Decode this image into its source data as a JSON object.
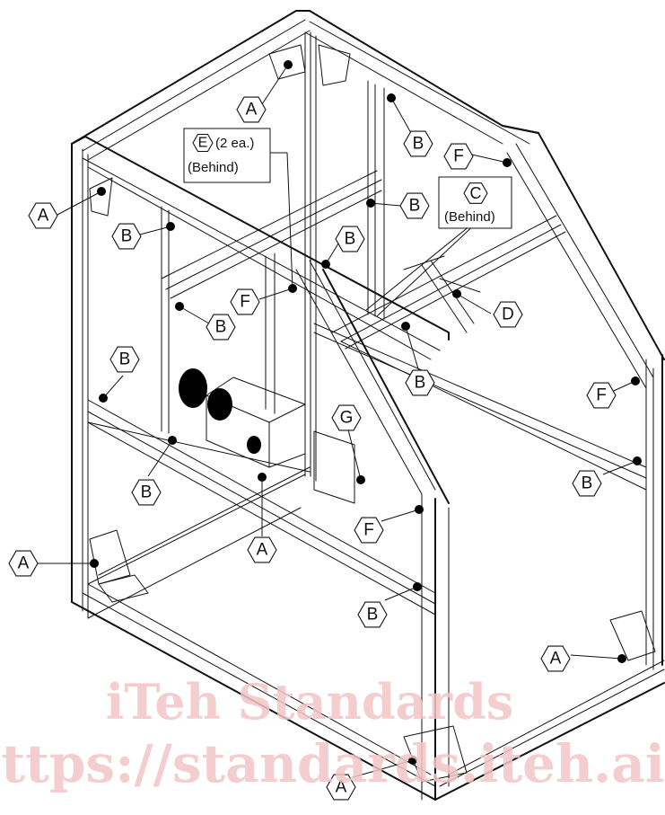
{
  "callouts": {
    "a": "A",
    "b": "B",
    "c": "C",
    "d": "D",
    "e": "E",
    "f": "F",
    "g": "G"
  },
  "notes": {
    "e_qty": "(2 ea.)",
    "e_behind": "(Behind)",
    "c_behind": "(Behind)"
  },
  "watermark": {
    "line1": "iTeh Standards",
    "line2": "(https://standards.iteh.ai)"
  }
}
